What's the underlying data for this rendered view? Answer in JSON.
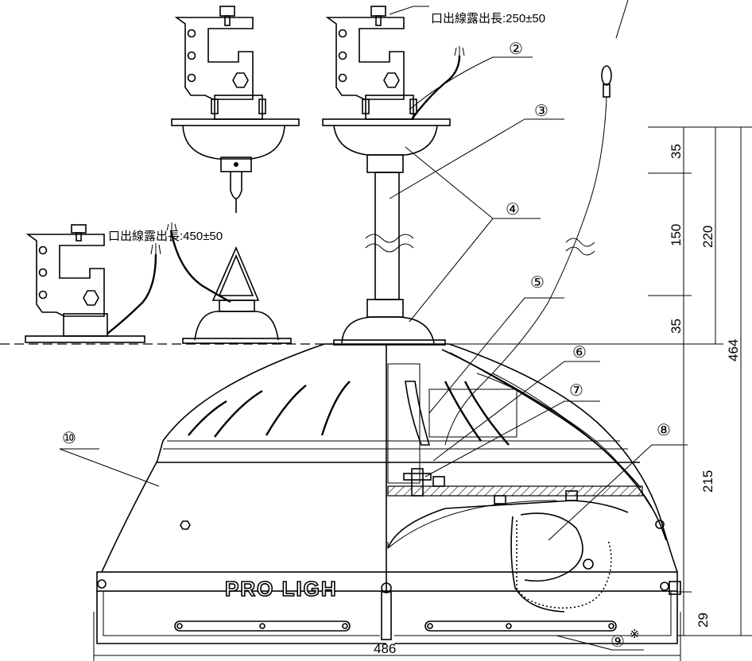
{
  "notes": {
    "cable_250": "口出線露出長:250±50",
    "cable_450": "口出線露出長:450±50"
  },
  "callouts": {
    "c2": "②",
    "c3": "③",
    "c4": "④",
    "c5": "⑤",
    "c6": "⑥",
    "c7": "⑦",
    "c8": "⑧",
    "c9": "⑨",
    "c10": "⑩",
    "note_mark": "※"
  },
  "dimensions": {
    "d35_top": "35",
    "d150": "150",
    "d220": "220",
    "d35_bottom": "35",
    "d464": "464",
    "d215": "215",
    "d29": "29",
    "d486": "486"
  },
  "brand": "PRO LIGH"
}
